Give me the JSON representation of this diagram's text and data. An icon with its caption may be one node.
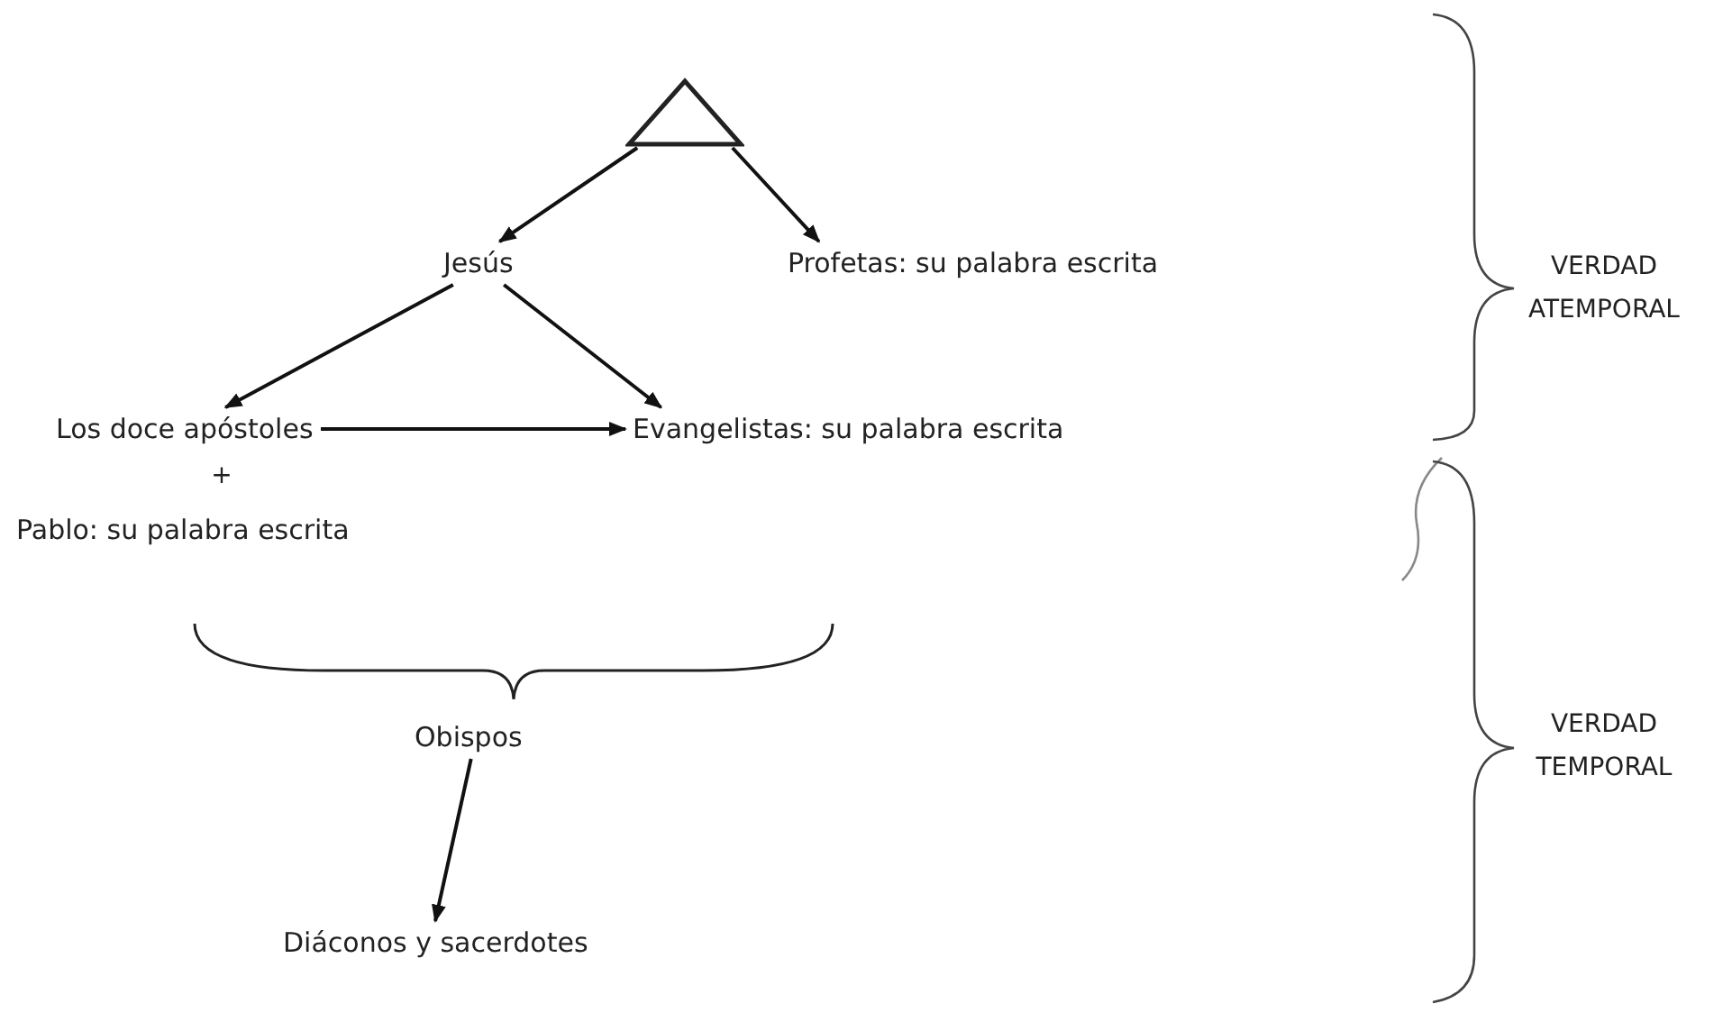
{
  "diagram": {
    "nodes": [
      {
        "text": [],
        "shape": "triangle"
      },
      {
        "text": [
          "Jesús"
        ]
      },
      {
        "text": [
          "Profetas: su palabra escrita"
        ]
      },
      {
        "text": [
          "Los doce apóstoles"
        ]
      },
      {
        "text": [
          "Pablo: su palabra escrita"
        ]
      },
      {
        "text": [
          "Evangelistas: su palabra escrita"
        ]
      },
      {
        "text": [
          "Obispos"
        ]
      },
      {
        "text": [
          "Diáconos y sacerdotes"
        ]
      }
    ],
    "edges": [
      {
        "from": 0,
        "to": 1,
        "arrow": "to"
      },
      {
        "from": 0,
        "to": 2,
        "arrow": "to"
      },
      {
        "from": 1,
        "to": 3,
        "arrow": "to"
      },
      {
        "from": 1,
        "to": 5,
        "arrow": "to"
      },
      {
        "from": 3,
        "to": 5,
        "arrow": "to"
      },
      {
        "from": 6,
        "to": 7,
        "arrow": "to"
      }
    ],
    "labels": [
      "VERDAD ATEMPORAL",
      "+",
      "VERDAD TEMPORAL"
    ]
  }
}
